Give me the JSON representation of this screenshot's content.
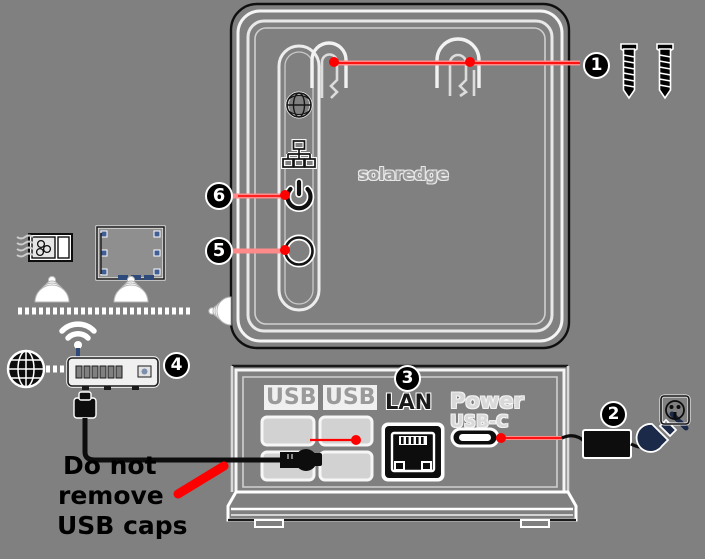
{
  "diagram": {
    "title": "SolarEdge gateway installation diagram",
    "background_color": "#808080",
    "accent_color": "#ff0000",
    "device_color": "#808080",
    "outline_color": "#ffffff",
    "dark_color": "#000000"
  },
  "brand": {
    "logo_text": "solaredge"
  },
  "callouts": [
    {
      "id": "1",
      "label": "❶",
      "number": "1",
      "target": "mounting-screws"
    },
    {
      "id": "2",
      "label": "❷",
      "number": "2",
      "target": "power-adapter"
    },
    {
      "id": "3",
      "label": "❸",
      "number": "3",
      "target": "lan-port"
    },
    {
      "id": "4",
      "label": "❹",
      "number": "4",
      "target": "router"
    },
    {
      "id": "5",
      "label": "❺",
      "number": "5",
      "target": "reset-button"
    },
    {
      "id": "6",
      "label": "❻",
      "number": "6",
      "target": "power-led"
    }
  ],
  "top_device": {
    "name": "gateway-rear-panel",
    "logo": "solaredge",
    "mount_slots": [
      "keyhole-slot-left",
      "keyhole-slot-right"
    ],
    "indicators": [
      {
        "name": "globe-led",
        "icon": "globe-icon",
        "label": ""
      },
      {
        "name": "lan-led",
        "icon": "network-tree-icon",
        "label": ""
      },
      {
        "name": "power-led",
        "icon": "power-icon",
        "label": ""
      },
      {
        "name": "reset-button",
        "icon": "circle-button-icon",
        "label": ""
      }
    ]
  },
  "bottom_device": {
    "name": "gateway-port-panel",
    "ports": [
      {
        "name": "usb-port-1",
        "label": "USB"
      },
      {
        "name": "usb-port-2",
        "label": "USB"
      },
      {
        "name": "lan-port",
        "label": "LAN"
      },
      {
        "name": "power-port",
        "label": "Power",
        "sublabel": "USB-C"
      }
    ],
    "usb_caps_count": 4
  },
  "warning": {
    "lines": [
      "Do not",
      "remove",
      "USB caps"
    ],
    "full_text": "Do not remove USB caps",
    "strike_color": "#ff0000"
  },
  "accessories": [
    {
      "name": "mounting-screw-1",
      "type": "screw"
    },
    {
      "name": "mounting-screw-2",
      "type": "screw"
    },
    {
      "name": "power-adapter-brick",
      "type": "adapter"
    },
    {
      "name": "power-plug",
      "type": "plug"
    },
    {
      "name": "wall-socket",
      "type": "socket-icon"
    }
  ],
  "network": [
    {
      "name": "inverter-icon",
      "label": ""
    },
    {
      "name": "solar-panel-icon",
      "label": ""
    },
    {
      "name": "wifi-signal-icon",
      "label": ""
    },
    {
      "name": "internet-globe-icon",
      "label": ""
    },
    {
      "name": "router-icon",
      "label": ""
    },
    {
      "name": "ethernet-cable",
      "label": ""
    }
  ]
}
